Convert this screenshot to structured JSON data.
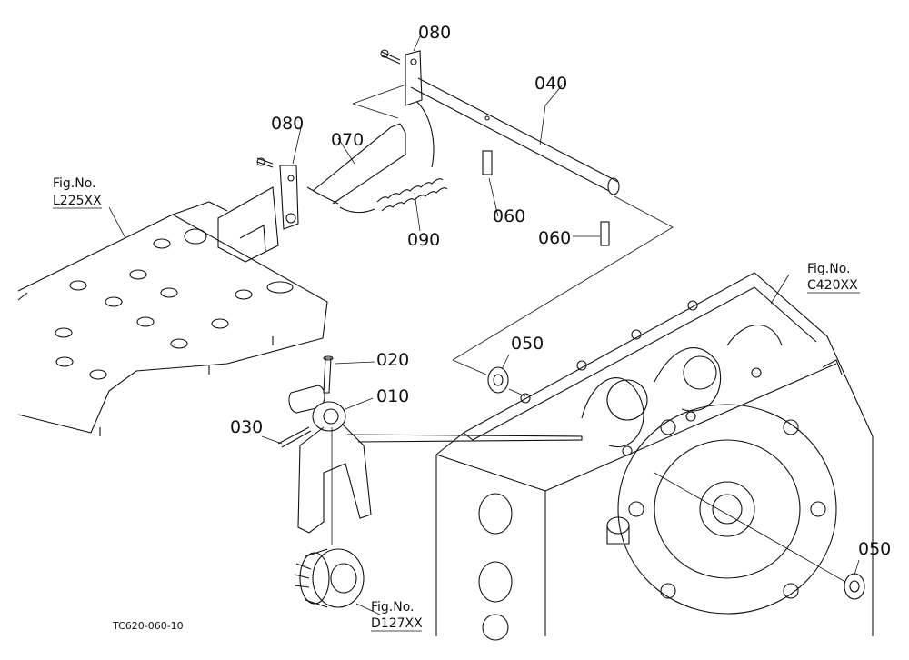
{
  "callouts": {
    "c080_top": "080",
    "c080_left": "080",
    "c070": "070",
    "c040": "040",
    "c090": "090",
    "c060_a": "060",
    "c060_b": "060",
    "c050_top": "050",
    "c050_right": "050",
    "c020": "020",
    "c010": "010",
    "c030": "030"
  },
  "figure_refs": {
    "l225": {
      "line1": "Fig.No.",
      "line2": "L225XX"
    },
    "c420": {
      "line1": "Fig.No.",
      "line2": "C420XX"
    },
    "d127": {
      "line1": "Fig.No.",
      "line2": "D127XX"
    }
  },
  "drawing_code": "TC620-060-10"
}
